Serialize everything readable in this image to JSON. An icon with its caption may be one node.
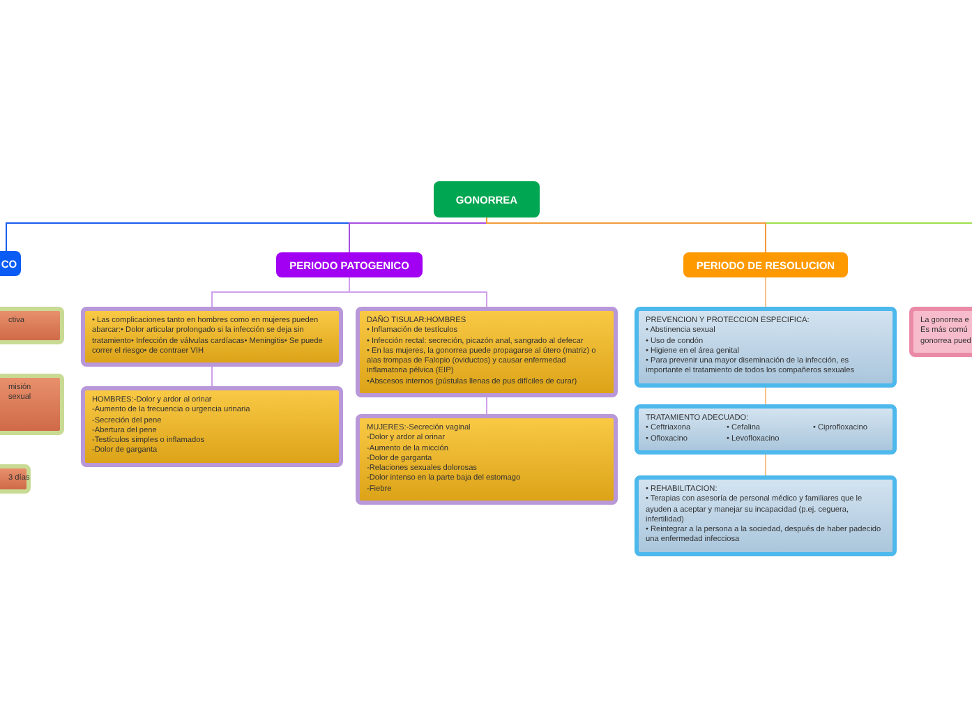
{
  "diagram": {
    "nodes": [
      {
        "text": [
          "GONORREA"
        ]
      },
      {
        "text": [
          "CO"
        ]
      },
      {
        "text": [
          "PERIODO PATOGENICO"
        ]
      },
      {
        "text": [
          "PERIODO DE RESOLUCION"
        ]
      },
      {
        "text": [
          "ctiva"
        ]
      },
      {
        "text": [
          "misión sexual"
        ]
      },
      {
        "text": [
          "3 días"
        ]
      },
      {
        "text": [
          "• Las complicaciones tanto en hombres como en mujeres pueden abarcar:• Dolor articular prolongado si la infección se deja sin tratamiento• Infección de válvulas cardíacas• Meningitis• Se puede correr el riesgo• de contraer VIH"
        ]
      },
      {
        "text": [
          "HOMBRES:-Dolor y ardor al orinar",
          "-Aumento de la frecuencia o urgencia urinaria",
          "-Secreción del pene",
          "-Abertura del pene",
          "-Testículos simples o inflamados",
          "-Dolor de garganta"
        ]
      },
      {
        "text": [
          "DAÑO TISULAR:HOMBRES",
          "• Inflamación de testículos",
          "• Infección rectal: secreción, picazón anal, sangrado al defecar",
          "• En las mujeres, la gonorrea puede propagarse al útero (matriz) o alas trompas de Falopio (oviductos) y causar enfermedad inflamatoria pélvica (EIP)",
          "•Abscesos internos (pústulas llenas de pus difíciles de curar)"
        ]
      },
      {
        "text": [
          "MUJERES:-Secreción vaginal",
          "-Dolor y ardor al orinar",
          "-Aumento de la micción",
          "-Dolor de garganta",
          "-Relaciones sexuales dolorosas",
          "-Dolor intenso en la parte baja del estomago",
          "-Fiebre"
        ]
      },
      {
        "text": [
          "PREVENCION Y PROTECCION ESPECIFICA:",
          "• Abstinencia sexual",
          "• Uso de condón",
          "• Higiene en el área genital",
          "• Para prevenir una mayor diseminación de la infección, es importante el tratamiento de todos los compañeros sexuales"
        ]
      },
      {
        "text": [
          "TRATAMIENTO ADECUADO:",
          "• Ceftriaxona",
          "• Cefalina",
          "• Ciprofloxacino",
          "• Ofloxacino",
          "• Levofloxacino"
        ]
      },
      {
        "text": [
          "• REHABILITACION:",
          "• Terapias con asesoría de personal médico y familiares que le ayuden a aceptar y manejar su incapacidad (p.ej. ceguera, infertilidad)",
          "• Reintegrar a la persona a la sociedad, después de haber padecido una enfermedad infecciosa"
        ]
      },
      {
        "text": [
          "La gonorrea e Es más comú gonorrea pued"
        ]
      }
    ],
    "edges": [
      {
        "from": 0,
        "to": 1,
        "arrow": "none",
        "color": "#1a5cf0"
      },
      {
        "from": 0,
        "to": 2,
        "arrow": "none",
        "color": "#a64fe0"
      },
      {
        "from": 0,
        "to": 3,
        "arrow": "none",
        "color": "#f29b3a"
      },
      {
        "from": 0,
        "to": null,
        "arrow": "none",
        "color": "#9ee04a"
      },
      {
        "from": 2,
        "to": 7,
        "arrow": "none",
        "color": "#cfa0ec"
      },
      {
        "from": 2,
        "to": 9,
        "arrow": "none",
        "color": "#cfa0ec"
      },
      {
        "from": 7,
        "to": 8,
        "arrow": "none",
        "color": "#cfa0ec"
      },
      {
        "from": 9,
        "to": 10,
        "arrow": "none",
        "color": "#cfa0ec"
      },
      {
        "from": 3,
        "to": 11,
        "arrow": "none",
        "color": "#f7c38a"
      },
      {
        "from": 11,
        "to": 12,
        "arrow": "none",
        "color": "#f7c38a"
      },
      {
        "from": 12,
        "to": 13,
        "arrow": "none",
        "color": "#f7c38a"
      }
    ]
  }
}
